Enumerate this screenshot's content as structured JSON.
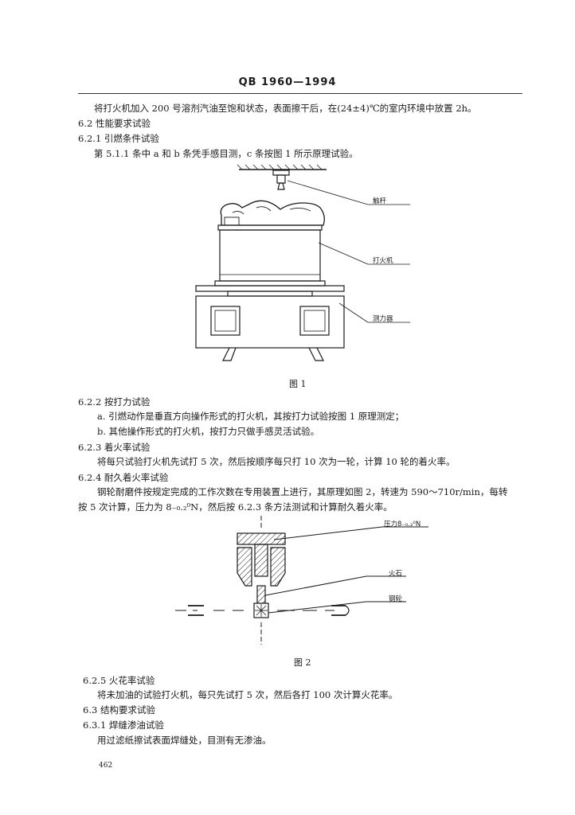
{
  "header": {
    "code": "QB 1960—1994"
  },
  "paras": {
    "p1": "将打火机加入 200 号溶剂汽油至饱和状态，表面擦干后，在(24±4)℃的室内环境中放置 2h。",
    "s62": "6.2  性能要求试验",
    "s621": "6.2.1  引燃条件试验",
    "p621": "第 5.1.1 条中 a 和 b 条凭手感目测，c 条按图 1 所示原理试验。",
    "s622": "6.2.2  按打力试验",
    "p622a": "a.   引燃动作是垂直方向操作形式的打火机，其按打力试验按图 1 原理测定；",
    "p622b": "b.   其他操作形式的打火机，按打力只做手感灵活试验。",
    "s623": "6.2.3  着火率试验",
    "p623": "将每只试验打火机先试打 5 次，然后按顺序每只打 10 次为一轮，计算 10 轮的着火率。",
    "s624": "6.2.4  耐久着火率试验",
    "p624a": "钢轮耐磨件按规定完成的工作次数在专用装置上进行，其原理如图 2，转速为 590～710r/min，每转",
    "p624b": "按 5 次计算，压力为 8₋₀.₂⁰N，然后按 6.2.3 条方法测试和计算耐久着火率。",
    "s625": "6.2.5  火花率试验",
    "p625": "将未加油的试验打火机，每只先试打 5 次，然后各打 100 次计算火花率。",
    "s63": "6.3  结构要求试验",
    "s631": "6.3.1  焊缝渗油试验",
    "p631": "用过滤纸擦试表面焊缝处，目测有无渗油。"
  },
  "figure1": {
    "caption": "图 1",
    "labels": [
      "触杆",
      "打火机",
      "测力器"
    ]
  },
  "figure2": {
    "caption": "图 2",
    "labels": [
      "压力8₋₀.₂⁰N",
      "火石",
      "钢轮"
    ]
  },
  "footer": {
    "page_number": "462"
  }
}
